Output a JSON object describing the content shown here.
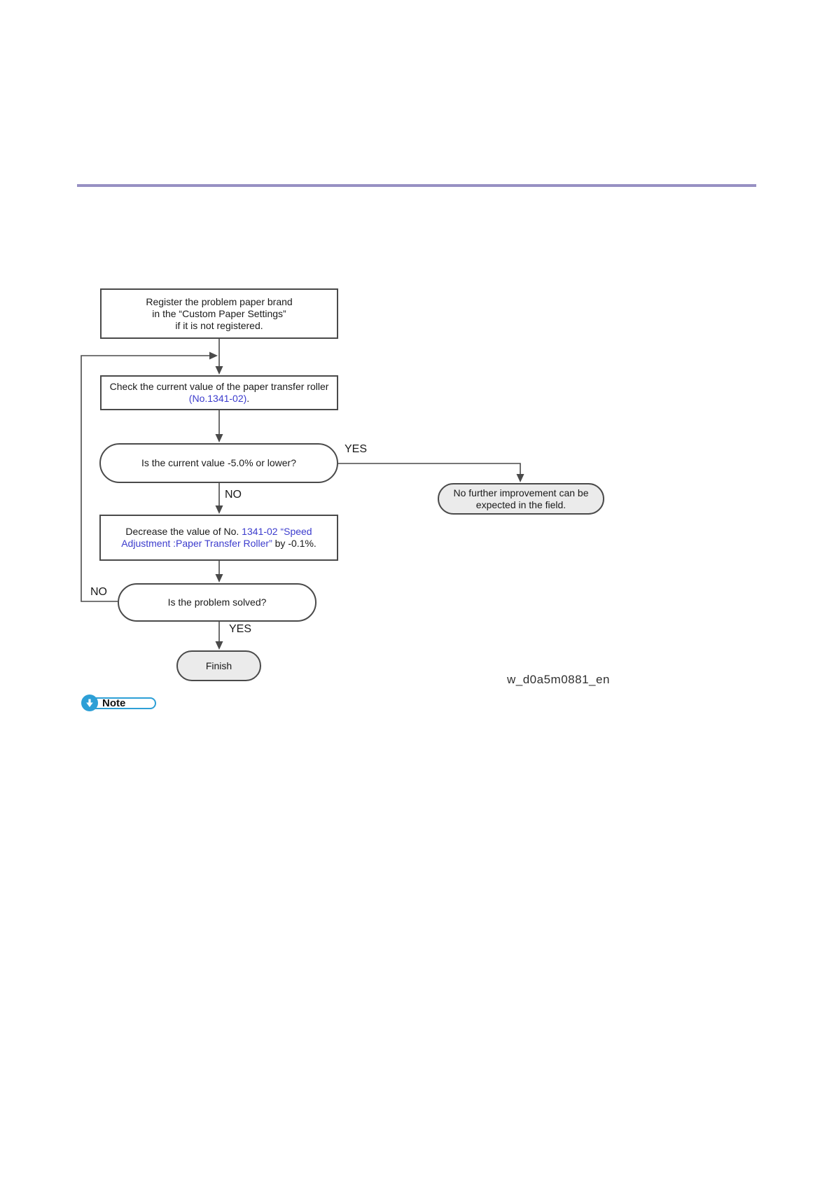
{
  "flow": {
    "box_register": {
      "line1": "Register the problem paper brand",
      "line2": "in the “Custom Paper Settings”",
      "line3": "if it is not registered."
    },
    "box_check": {
      "line1": "Check the current value of the paper transfer roller",
      "link": "(No.1341-02)",
      "suffix": "."
    },
    "decision_current": {
      "label": "Is the current value -5.0% or lower?"
    },
    "terminal_no_improvement": {
      "line1": "No further improvement can be",
      "line2": "expected in the field."
    },
    "box_decrease": {
      "prefix": "Decrease the value of No. ",
      "link1": "1341-02 “Speed",
      "link2": "Adjustment :Paper Transfer Roller”",
      "suffix": " by -0.1%."
    },
    "decision_solved": {
      "label": "Is the problem solved?"
    },
    "terminal_finish": {
      "label": "Finish"
    },
    "labels": {
      "yes1": "YES",
      "no1": "NO",
      "no2": "NO",
      "yes2": "YES"
    },
    "figure_id": "w_d0a5m0881_en"
  },
  "note": {
    "label": "Note",
    "icon": "circle-down-arrow-icon"
  },
  "colors": {
    "divider": "#9790c3",
    "link_blue": "#3c3ccd",
    "outline": "#4a4a4a",
    "terminal_fill": "#ebebeb",
    "note_blue": "#2d9fd6"
  }
}
